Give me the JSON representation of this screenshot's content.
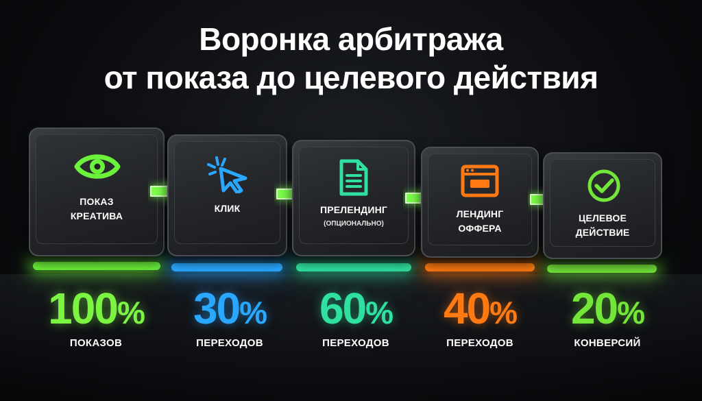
{
  "title": {
    "line1": "Воронка арбитража",
    "line2": "от показа до целевого действия"
  },
  "steps": [
    {
      "label_line1": "ПОКАЗ",
      "label_line2": "КРЕАТИВА",
      "sub": "",
      "icon": "eye-icon",
      "color": "#6cf23a",
      "percent": "100",
      "percent_sign": "%",
      "metric": "ПОКАЗОВ"
    },
    {
      "label_line1": "КЛИК",
      "label_line2": "",
      "sub": "",
      "icon": "cursor-click-icon",
      "color": "#2aa8ff",
      "percent": "30",
      "percent_sign": "%",
      "metric": "ПЕРЕХОДОВ"
    },
    {
      "label_line1": "ПРЕЛЕНДИНГ",
      "label_line2": "",
      "sub": "(ОПЦИОНАЛЬНО)",
      "icon": "document-icon",
      "color": "#2fe0a0",
      "percent": "60",
      "percent_sign": "%",
      "metric": "ПЕРЕХОДОВ"
    },
    {
      "label_line1": "ЛЕНДИНГ",
      "label_line2": "ОФФЕРА",
      "sub": "",
      "icon": "browser-window-icon",
      "color": "#ff7a12",
      "percent": "40",
      "percent_sign": "%",
      "metric": "ПЕРЕХОДОВ"
    },
    {
      "label_line1": "ЦЕЛЕВОЕ",
      "label_line2": "ДЕЙСТВИЕ",
      "sub": "",
      "icon": "checkmark-circle-icon",
      "color": "#74e63a",
      "percent": "20",
      "percent_sign": "%",
      "metric": "КОНВЕРСИЙ"
    }
  ],
  "arrow_color": "#7dff4a"
}
